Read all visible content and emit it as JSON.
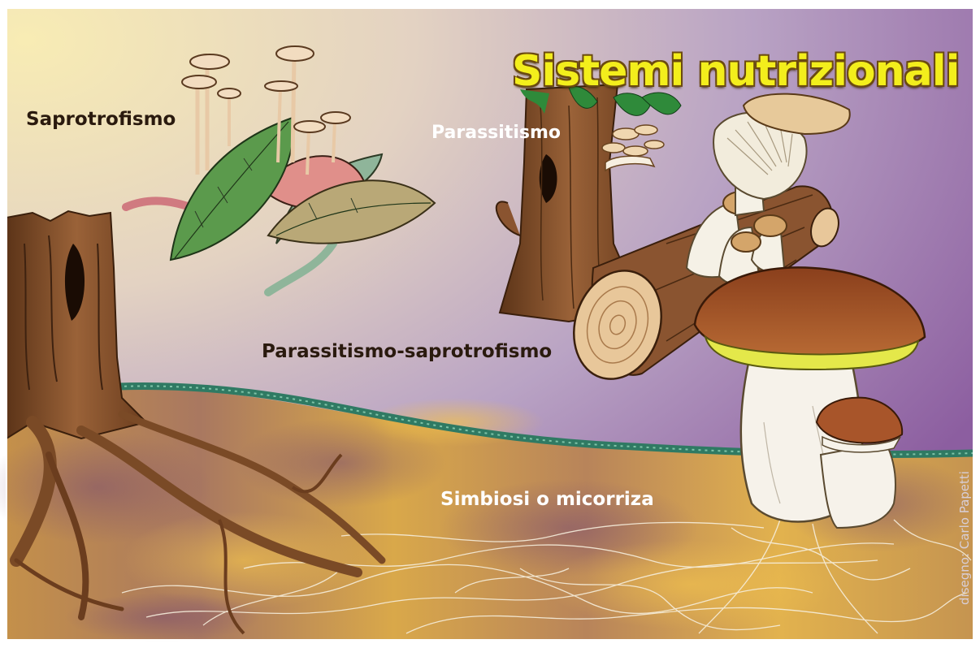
{
  "title": "Sistemi nutrizionali",
  "labels": {
    "saprotrofismo": "Saprotrofismo",
    "parassitismo": "Parassitismo",
    "parassitismo_saprotrofismo": "Parassitismo-saprotrofismo",
    "simbiosi": "Simbiosi o micorriza"
  },
  "credit": "disegno: Carlo Papetti",
  "colors": {
    "sky_light": "#f6e9b6",
    "sky_purple": "#9a6fa8",
    "soil": "#d9a84a",
    "soil_dark": "#8a5a6a",
    "moss": "#2f7a63",
    "bark": "#8a5430",
    "boletus_cap": "#a8552a",
    "pores": "#e4e84a",
    "title_fill": "#f3ee1c"
  }
}
